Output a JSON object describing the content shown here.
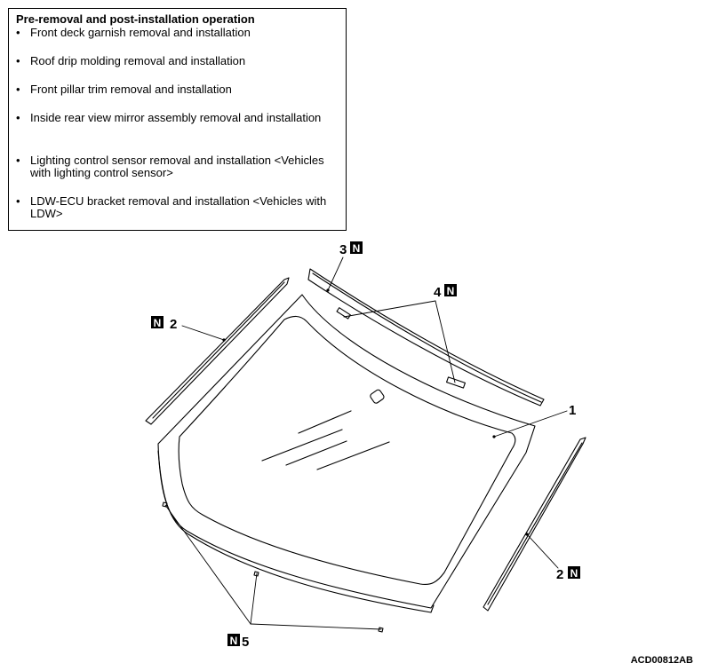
{
  "operation_box": {
    "title": "Pre-removal and post-installation operation",
    "items": [
      "Front deck garnish removal and installation",
      "Roof drip molding removal and installation",
      "Front pillar trim removal and installation",
      "Inside rear view mirror assembly removal and installation",
      "Lighting control sensor removal and installation <Vehicles with lighting control sensor>",
      "LDW-ECU bracket removal and installation <Vehicles with LDW>"
    ]
  },
  "callouts": {
    "c1": {
      "number": "1"
    },
    "c2_left": {
      "number": "2",
      "mark": "N"
    },
    "c2_right": {
      "number": "2",
      "mark": "N"
    },
    "c3": {
      "number": "3",
      "mark": "N"
    },
    "c4": {
      "number": "4",
      "mark": "N"
    },
    "c5": {
      "number": "5",
      "mark": "N"
    }
  },
  "figure_code": "ACD00812AB"
}
